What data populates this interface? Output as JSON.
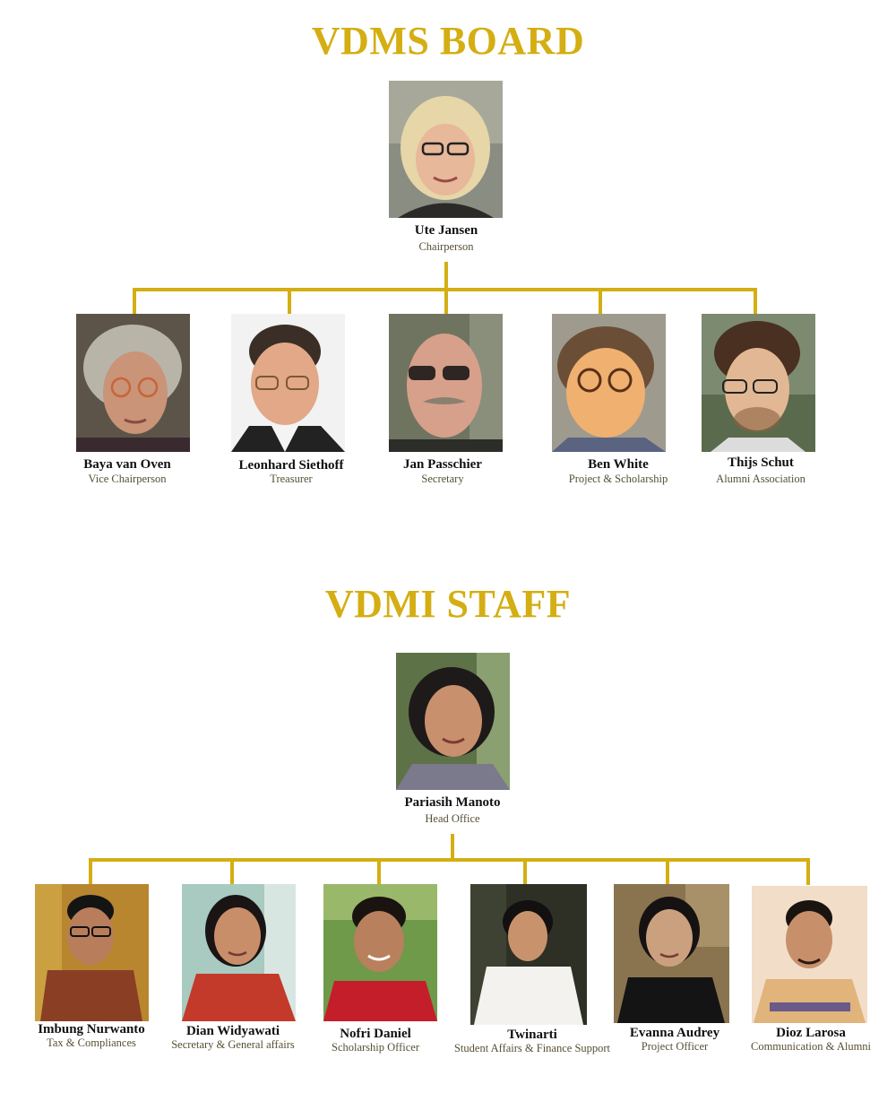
{
  "board": {
    "title": "VDMS BOARD",
    "head": {
      "name": "Ute Jansen",
      "role": "Chairperson"
    },
    "members": [
      {
        "name": "Baya van Oven",
        "role": "Vice Chairperson"
      },
      {
        "name": "Leonhard Siethoff",
        "role": "Treasurer"
      },
      {
        "name": "Jan Passchier",
        "role": "Secretary"
      },
      {
        "name": "Ben White",
        "role": "Project & Scholarship"
      },
      {
        "name": "Thijs Schut",
        "role": "Alumni Association"
      }
    ]
  },
  "staff": {
    "title": "VDMI STAFF",
    "head": {
      "name": "Pariasih Manoto",
      "role": "Head Office"
    },
    "members": [
      {
        "name": "Imbung Nurwanto",
        "role": "Tax & Compliances"
      },
      {
        "name": "Dian Widyawati",
        "role": "Secretary & General affairs"
      },
      {
        "name": "Nofri Daniel",
        "role": "Scholarship Officer"
      },
      {
        "name": "Twinarti",
        "role": "Student Affairs & Finance Support"
      },
      {
        "name": "Evanna Audrey",
        "role": "Project Officer"
      },
      {
        "name": "Dioz Larosa",
        "role": "Communication & Alumni"
      }
    ]
  },
  "colors": {
    "accent": "#d4ae12",
    "name": "#111111",
    "role": "#555033"
  }
}
